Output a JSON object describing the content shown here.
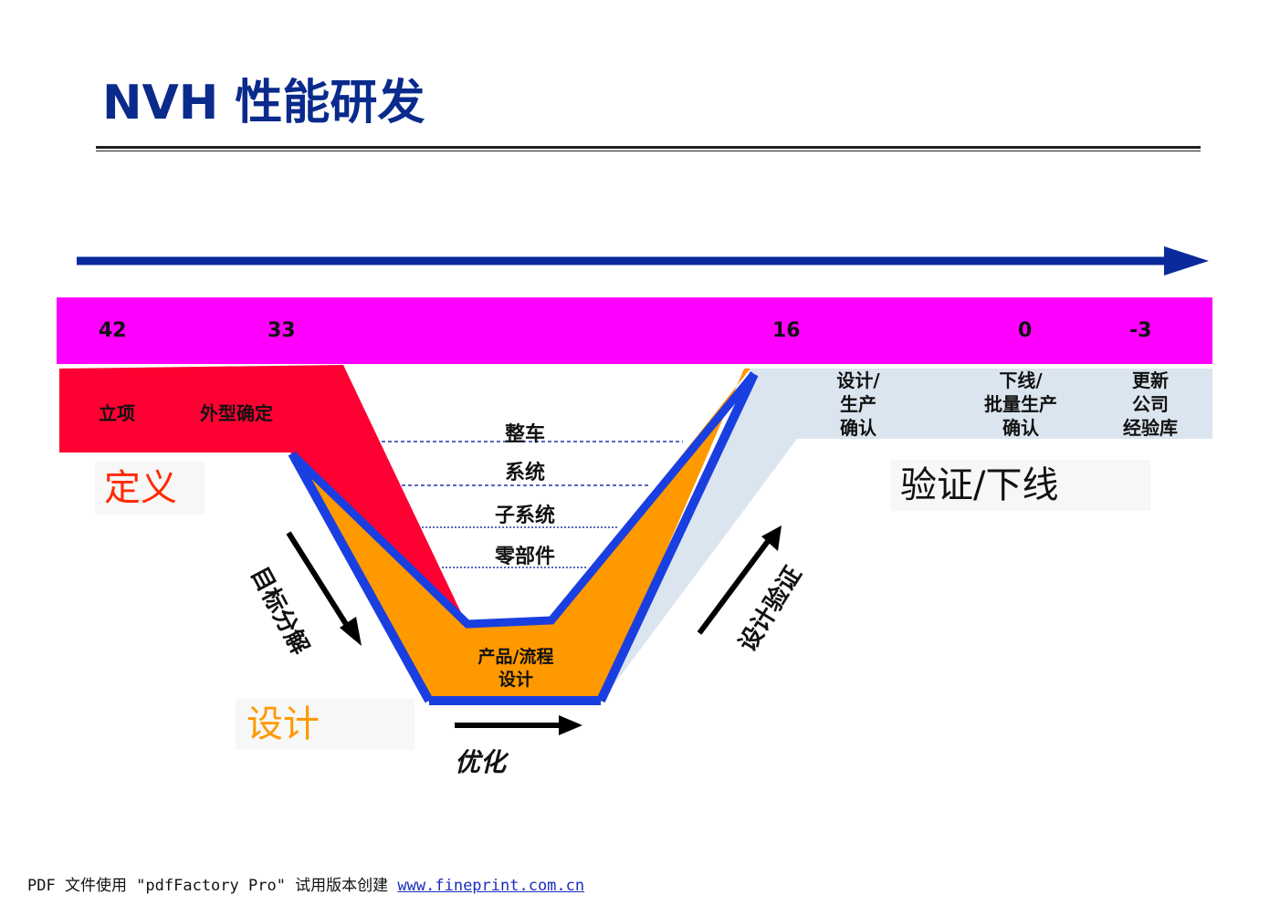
{
  "title": "NVH 性能研发",
  "timeline": {
    "ticks": [
      "42",
      "33",
      "16",
      "0",
      "-3"
    ]
  },
  "milestones": {
    "lixiang": "立项",
    "waixing": "外型确定",
    "sheji_shengchan": [
      "设计/",
      "生产",
      "确认"
    ],
    "xiaxian": [
      "下线/",
      "批量生产",
      "确认"
    ],
    "gengxin": [
      "更新",
      "公司",
      "经验库"
    ]
  },
  "levels": [
    "整车",
    "系统",
    "子系统",
    "零部件"
  ],
  "bottom_label": [
    "产品/流程",
    "设计"
  ],
  "phases": {
    "define": "定义",
    "design": "设计",
    "validate": "验证/下线"
  },
  "arrows": {
    "left": "目标分解",
    "right": "设计验证",
    "bottom": "优化"
  },
  "colors": {
    "title": "#0a2a8c",
    "timeline_bar": "#ff00ff",
    "define_red": "#ff0033",
    "design_orange": "#ff9900",
    "validate_light": "#dbe5ef",
    "v_blue": "#1a3fe0",
    "arrow_blue": "#0a2a9c"
  },
  "footer": {
    "text": "PDF 文件使用 \"pdfFactory Pro\" 试用版本创建",
    "link": "www.fineprint.com.cn"
  }
}
